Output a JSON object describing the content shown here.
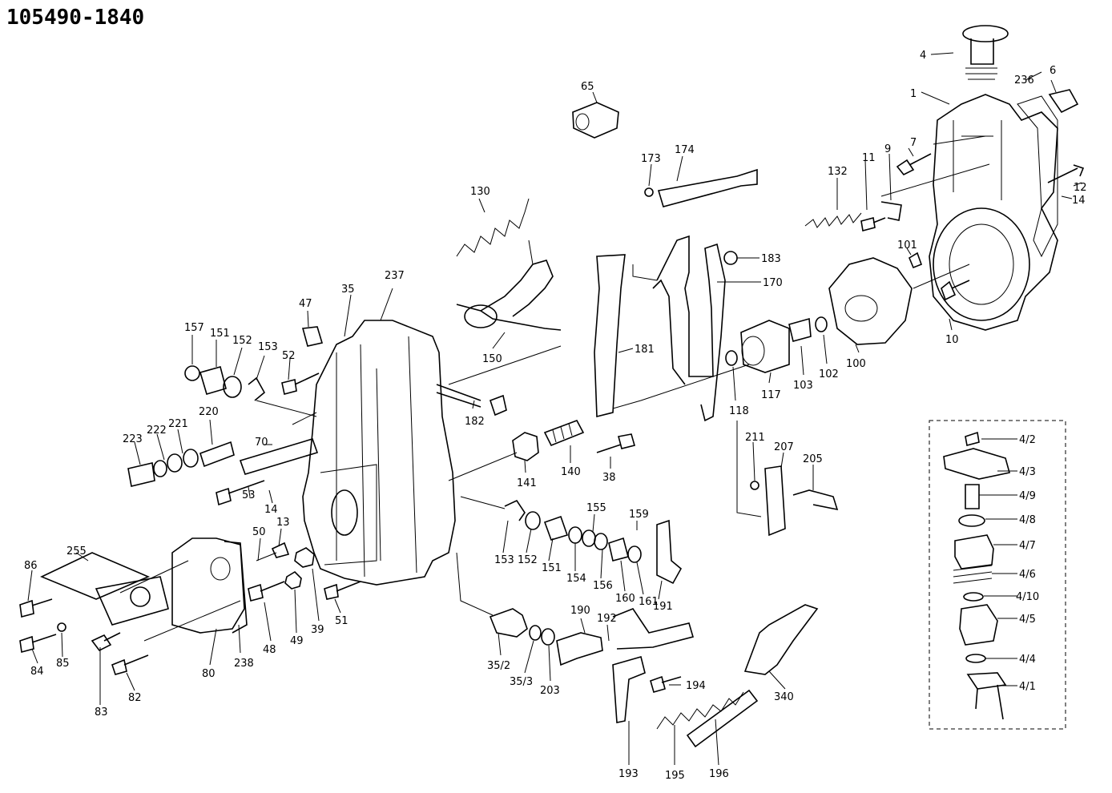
{
  "title": "105490-1840",
  "labels": [
    "4",
    "6",
    "236",
    "1",
    "7",
    "9",
    "11",
    "12",
    "14",
    "132",
    "65",
    "173",
    "174",
    "130",
    "183",
    "170",
    "101",
    "10",
    "100",
    "102",
    "103",
    "117",
    "118",
    "181",
    "150",
    "237",
    "35",
    "47",
    "157",
    "151",
    "152",
    "153",
    "52",
    "182",
    "220",
    "221",
    "222",
    "223",
    "70",
    "53",
    "14",
    "141",
    "140",
    "38",
    "211",
    "207",
    "205",
    "4/2",
    "4/3",
    "4/9",
    "4/8",
    "4/7",
    "4/6",
    "4/10",
    "4/5",
    "4/4",
    "4/1",
    "155",
    "159",
    "153",
    "152",
    "151",
    "154",
    "156",
    "160",
    "161",
    "191",
    "50",
    "13",
    "255",
    "86",
    "84",
    "85",
    "83",
    "82",
    "80",
    "238",
    "48",
    "49",
    "39",
    "51",
    "190",
    "192",
    "35/2",
    "35/3",
    "203",
    "194",
    "340",
    "193",
    "195",
    "196"
  ]
}
